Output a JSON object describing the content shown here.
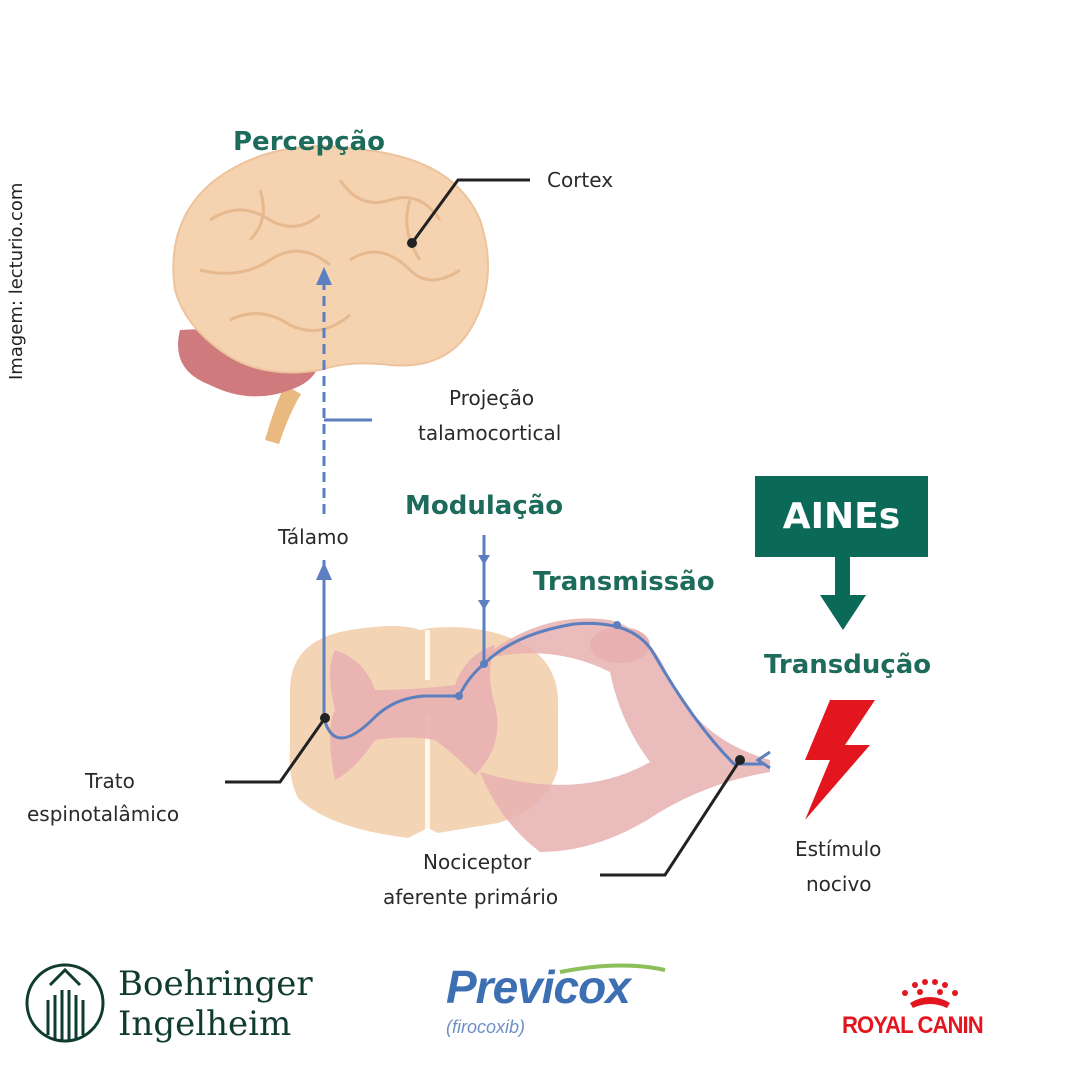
{
  "credit": "Imagem: lecturio.com",
  "stages": {
    "perception": "Percepção",
    "modulation": "Modulação",
    "transmission": "Transmissão",
    "transduction": "Transdução"
  },
  "labels": {
    "cortex": "Cortex",
    "projection_line1": "Projeção",
    "projection_line2": "talamocortical",
    "thalamus": "Tálamo",
    "tract_line1": "Trato",
    "tract_line2": "espinotalâmico",
    "nociceptor_line1": "Nociceptor",
    "nociceptor_line2": "aferente primário",
    "stimulus_line1": "Estímulo",
    "stimulus_line2": "nocivo"
  },
  "drug_box": "AINEs",
  "logos": {
    "boehringer_line1": "Boehringer",
    "boehringer_line2": "Ingelheim",
    "previcox": "Previcox",
    "previcox_sub": "(firocoxib)",
    "royal_canin": "ROYAL CANIN"
  },
  "colors": {
    "teal": "#1d6b5b",
    "box": "#0b6a57",
    "nerve": "#5b7fbf",
    "red": "#e3161f"
  }
}
